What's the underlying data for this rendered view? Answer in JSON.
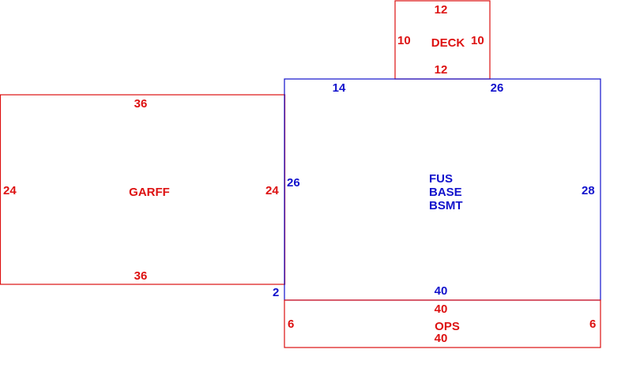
{
  "colors": {
    "red": "#dd1111",
    "blue": "#1111cc"
  },
  "deck": {
    "label": "DECK",
    "top": "12",
    "bottom": "12",
    "left": "10",
    "right": "10"
  },
  "garage": {
    "label": "GARFF",
    "top": "36",
    "bottom": "36",
    "left": "24",
    "right": "24"
  },
  "main": {
    "label_line1": "FUS",
    "label_line2": "BASE",
    "label_line3": "BSMT",
    "top_left_seg": "14",
    "top_right_seg": "26",
    "left": "26",
    "right": "28",
    "bottom": "40",
    "jog": "2"
  },
  "ops": {
    "label": "OPS",
    "top": "40",
    "bottom": "40",
    "left": "6",
    "right": "6"
  }
}
